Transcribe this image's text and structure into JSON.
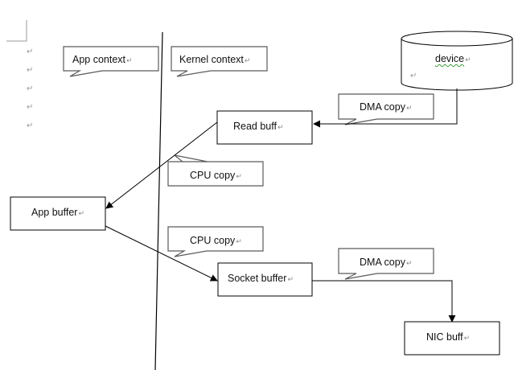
{
  "document": {
    "paragraph_mark": "↵",
    "empty_paragraph_count": 5
  },
  "context_labels": {
    "app": "App context",
    "kernel": "Kernel context"
  },
  "nodes": {
    "device": "device",
    "read_buffer": "Read buff",
    "app_buffer": "App buffer",
    "socket_buffer": "Socket buffer",
    "nic_buffer": "NIC buff"
  },
  "copy_labels": {
    "dma_in": "DMA copy",
    "cpu_to_app": "CPU copy",
    "cpu_to_socket": "CPU copy",
    "dma_out": "DMA copy"
  },
  "flows": [
    {
      "from": "device",
      "to": "read_buffer",
      "via": "dma_in"
    },
    {
      "from": "read_buffer",
      "to": "app_buffer",
      "via": "cpu_to_app"
    },
    {
      "from": "app_buffer",
      "to": "socket_buffer",
      "via": "cpu_to_socket"
    },
    {
      "from": "socket_buffer",
      "to": "nic_buffer",
      "via": "dma_out"
    }
  ],
  "colors": {
    "line": "#000000",
    "callout_border": "#5a5a5a",
    "box_border": "#000000",
    "spellcheck": "#3a9a3a"
  }
}
